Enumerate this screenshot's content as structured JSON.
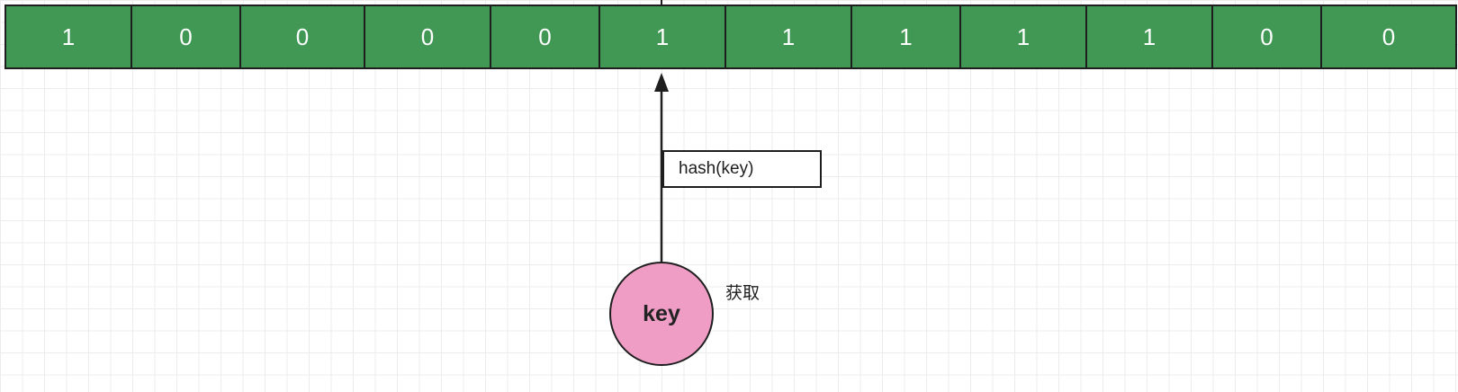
{
  "bit_array": {
    "bits": [
      "1",
      "0",
      "0",
      "0",
      "0",
      "1",
      "1",
      "1",
      "1",
      "1",
      "0",
      "0"
    ],
    "fill_color": "#419855",
    "text_color": "#ffffff"
  },
  "hash_label": "hash(key)",
  "key_node": {
    "label": "key",
    "fill_color": "#f09dc6"
  },
  "key_note": "获取"
}
